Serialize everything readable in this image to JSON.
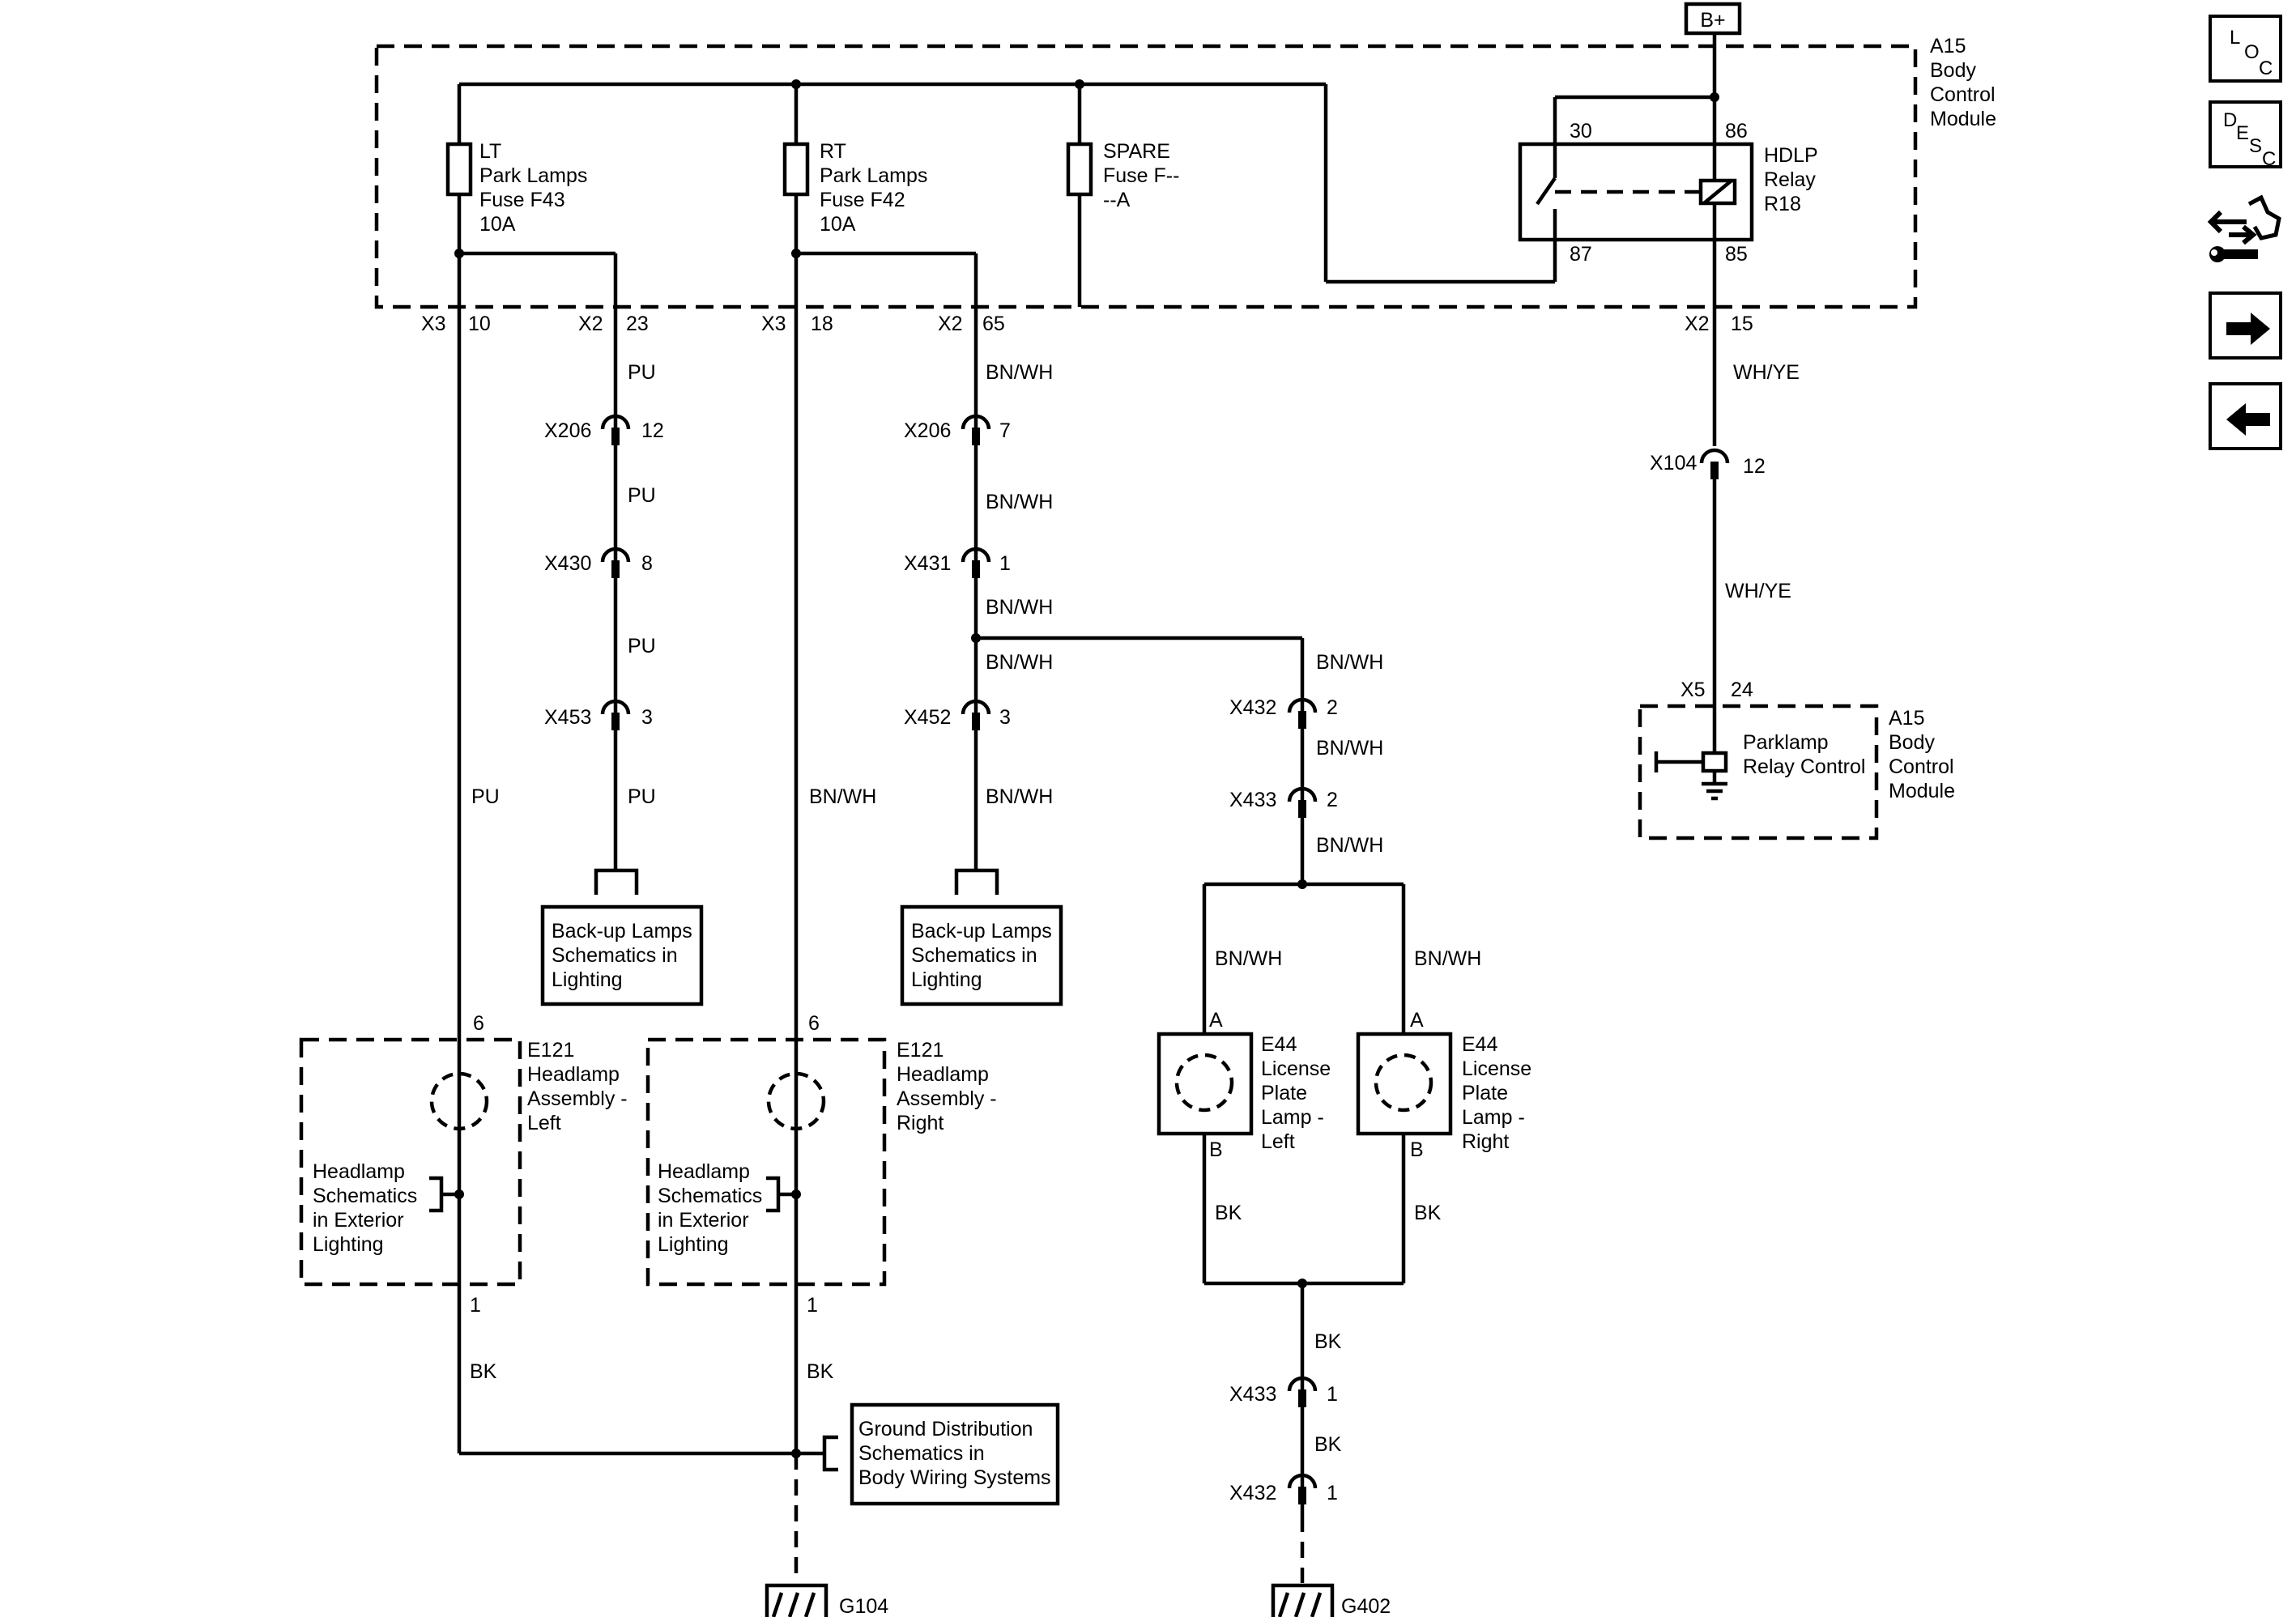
{
  "power": {
    "bplus": "B+"
  },
  "bcm_top": {
    "l1": "A15",
    "l2": "Body",
    "l3": "Control",
    "l4": "Module"
  },
  "fuses": {
    "lt": {
      "l1": "LT",
      "l2": "Park Lamps",
      "l3": "Fuse F43",
      "l4": "10A"
    },
    "rt": {
      "l1": "RT",
      "l2": "Park Lamps",
      "l3": "Fuse F42",
      "l4": "10A"
    },
    "spare": {
      "l1": "SPARE",
      "l2": "Fuse F--",
      "l3": "--A"
    }
  },
  "relay": {
    "l1": "HDLP",
    "l2": "Relay",
    "l3": "R18",
    "p30": "30",
    "p86": "86",
    "p87": "87",
    "p85": "85"
  },
  "pins": {
    "x3a": "X3",
    "n10": "10",
    "x2a": "X2",
    "n23": "23",
    "x3b": "X3",
    "n18": "18",
    "x2b": "X2",
    "n65": "65",
    "x2c": "X2",
    "n15": "15"
  },
  "wires": {
    "pu1": "PU",
    "pu2": "PU",
    "pu3": "PU",
    "pu4": "PU",
    "pu5": "PU",
    "bnwh1": "BN/WH",
    "bnwh2": "BN/WH",
    "bnwh3": "BN/WH",
    "bnwh4": "BN/WH",
    "bnwh5": "BN/WH",
    "bnwh6": "BN/WH",
    "bnwh7": "BN/WH",
    "bnwh8": "BN/WH",
    "bnwh9": "BN/WH",
    "bnwh10": "BN/WH",
    "bnwh11": "BN/WH",
    "whye1": "WH/YE",
    "whye2": "WH/YE",
    "bk1": "BK",
    "bk2": "BK",
    "bk3": "BK",
    "bk4": "BK",
    "bk5": "BK",
    "bk6": "BK"
  },
  "connectors": {
    "x206a": "X206",
    "x206a_n": "12",
    "x430": "X430",
    "x430_n": "8",
    "x453": "X453",
    "x453_n": "3",
    "x206b": "X206",
    "x206b_n": "7",
    "x431": "X431",
    "x431_n": "1",
    "x452": "X452",
    "x452_n": "3",
    "x432a": "X432",
    "x432a_n": "2",
    "x433a": "X433",
    "x433a_n": "2",
    "x104": "X104",
    "x104_n": "12",
    "x433b": "X433",
    "x433b_n": "1",
    "x432b": "X432",
    "x432b_n": "1"
  },
  "backup_left": {
    "l1": "Back-up Lamps",
    "l2": "Schematics in",
    "l3": "Lighting"
  },
  "backup_right": {
    "l1": "Back-up Lamps",
    "l2": "Schematics in",
    "l3": "Lighting"
  },
  "headlamp_left": {
    "pin_top": "6",
    "pin_bot": "1",
    "l1": "E121",
    "l2": "Headlamp",
    "l3": "Assembly -",
    "l4": "Left",
    "ref1": "Headlamp",
    "ref2": "Schematics",
    "ref3": "in Exterior",
    "ref4": "Lighting"
  },
  "headlamp_right": {
    "pin_top": "6",
    "pin_bot": "1",
    "l1": "E121",
    "l2": "Headlamp",
    "l3": "Assembly -",
    "l4": "Right",
    "ref1": "Headlamp",
    "ref2": "Schematics",
    "ref3": "in Exterior",
    "ref4": "Lighting"
  },
  "license_left": {
    "pa": "A",
    "pb": "B",
    "l1": "E44",
    "l2": "License",
    "l3": "Plate",
    "l4": "Lamp -",
    "l5": "Left"
  },
  "license_right": {
    "pa": "A",
    "pb": "B",
    "l1": "E44",
    "l2": "License",
    "l3": "Plate",
    "l4": "Lamp -",
    "l5": "Right"
  },
  "bcm_bottom": {
    "x5": "X5",
    "n24": "24",
    "ctrl1": "Parklamp",
    "ctrl2": "Relay Control",
    "l1": "A15",
    "l2": "Body",
    "l3": "Control",
    "l4": "Module"
  },
  "ground_dist": {
    "l1": "Ground Distribution",
    "l2": "Schematics in",
    "l3": "Body Wiring Systems"
  },
  "grounds": {
    "g104": "G104",
    "g402": "G402"
  },
  "sidebar": {
    "loc": {
      "a": "L",
      "b": "O",
      "c": "C"
    },
    "desc": {
      "a": "D",
      "b": "E",
      "c": "S",
      "d": "C"
    },
    "icons": [
      "connector-tool-icon",
      "arrow-right-icon",
      "arrow-left-icon"
    ]
  }
}
